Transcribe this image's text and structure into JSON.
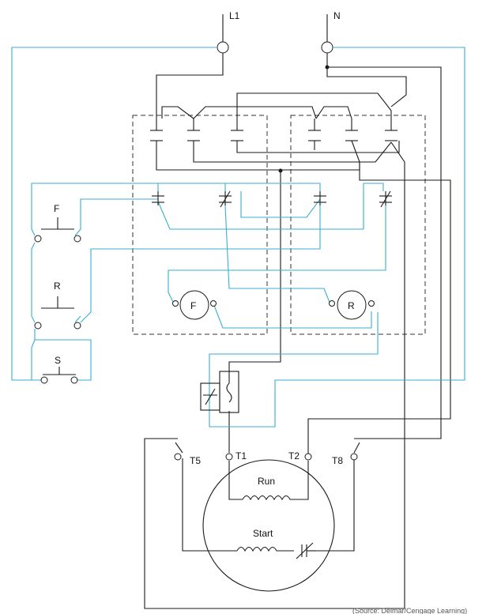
{
  "supply": {
    "line": "L1",
    "neutral": "N"
  },
  "buttons": {
    "forward": "F",
    "reverse": "R",
    "stop": "S"
  },
  "motors": {
    "forward": "F",
    "reverse": "R"
  },
  "terminals": {
    "t5": "T5",
    "t1": "T1",
    "t2": "T2",
    "t8": "T8"
  },
  "windings": {
    "run": "Run",
    "start": "Start"
  },
  "source_credit": "(Source: Delmar/Cengage Learning)"
}
